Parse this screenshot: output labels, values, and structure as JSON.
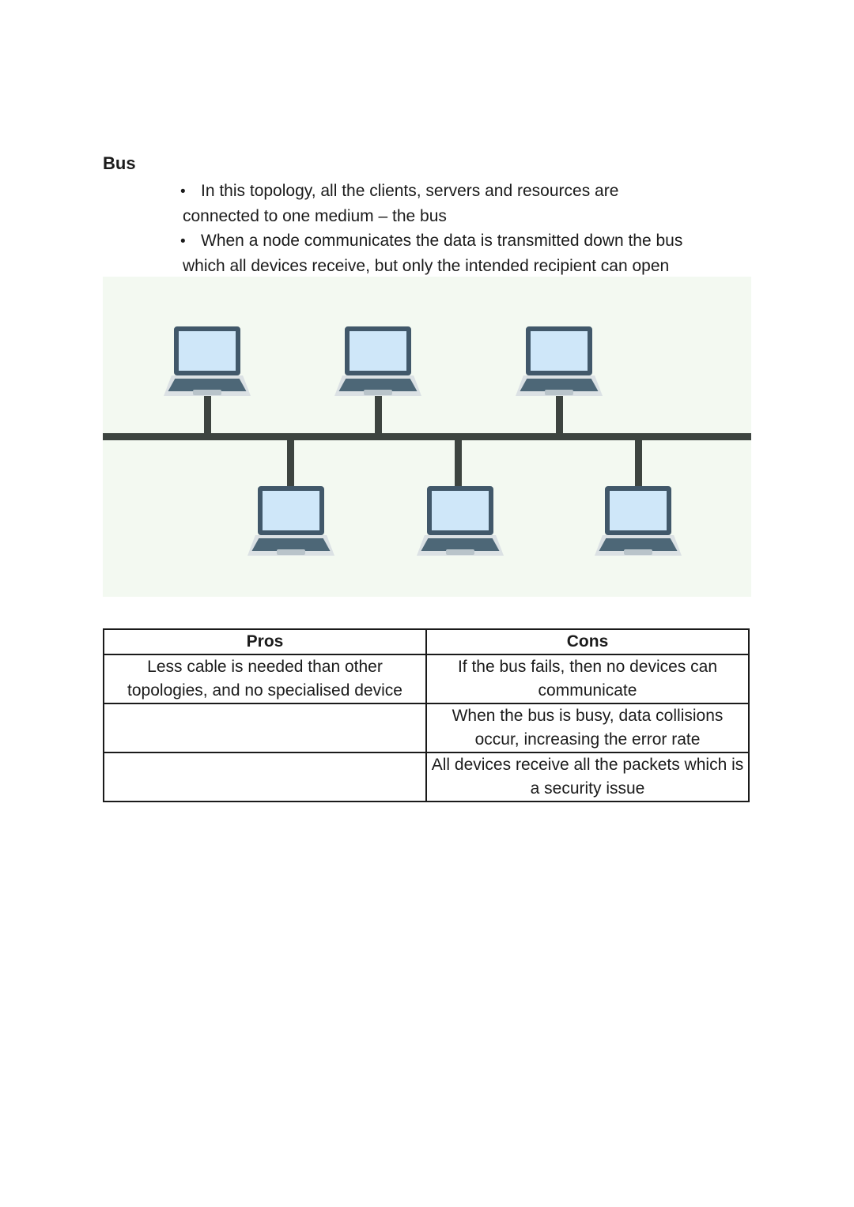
{
  "page": {
    "heading": "Bus"
  },
  "intro": {
    "bullet_glyph": "•",
    "bullets": [
      {
        "lines": [
          "In this topology, all the clients, servers and resources are",
          "connected to one medium – the bus"
        ]
      },
      {
        "lines": [
          "When a node communicates the data is transmitted down the bus",
          "which all devices receive, but only the intended recipient can open"
        ]
      }
    ]
  },
  "diagram": {
    "type": "bus-topology",
    "node_count": 6,
    "colors": {
      "background": "#f3f9f1",
      "bus": "#3d4440",
      "screen_border": "#41586a",
      "screen_fill": "#cfe7f9",
      "keyboard": "#4d6777",
      "base": "#dbe1e4"
    }
  },
  "table": {
    "headers": [
      "Pros",
      "Cons"
    ],
    "rows": [
      [
        "Less cable is needed than other topologies, and no specialised device",
        "If the bus fails, then no devices can communicate"
      ],
      [
        "",
        "When the bus is busy, data collisions occur, increasing the error rate"
      ],
      [
        "",
        "All devices receive all the packets which is a security issue"
      ]
    ]
  }
}
